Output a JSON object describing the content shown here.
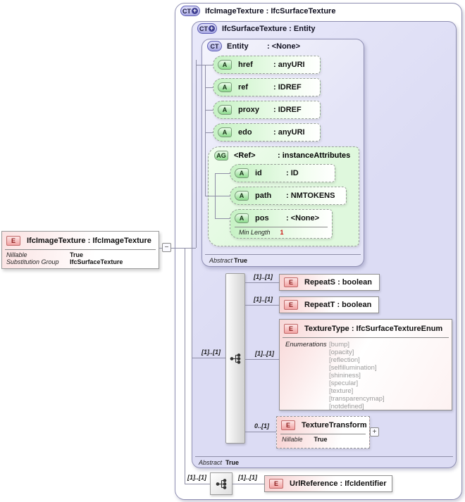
{
  "icons": {
    "ct": "CT",
    "plus_badge": "+",
    "attr": "A",
    "attr_group": "AG",
    "element": "E",
    "collapse": "−",
    "expand": "+"
  },
  "root_element": {
    "title": "IfcImageTexture : IfcImageTexture",
    "props": [
      {
        "label": "Nillable",
        "value": "True"
      },
      {
        "label": "Substitution Group",
        "value": "IfcSurfaceTexture"
      }
    ]
  },
  "outer_type": {
    "title": "IfcImageTexture : IfcSurfaceTexture"
  },
  "surface_type": {
    "title": "IfcSurfaceTexture : Entity",
    "abstract_label": "Abstract",
    "abstract_value": "True"
  },
  "entity_type": {
    "name": "Entity",
    "type": ": <None>",
    "abstract_label": "Abstract",
    "abstract_value": "True",
    "attributes": [
      {
        "name": "href",
        "type": ": anyURI"
      },
      {
        "name": "ref",
        "type": ": IDREF"
      },
      {
        "name": "proxy",
        "type": ": IDREF"
      },
      {
        "name": "edo",
        "type": ": anyURI"
      }
    ],
    "attribute_group": {
      "name": "<Ref>",
      "type": ": instanceAttributes",
      "attributes": [
        {
          "name": "id",
          "type": ": ID"
        },
        {
          "name": "path",
          "type": ": NMTOKENS"
        },
        {
          "name": "pos",
          "type": ": <None>",
          "facet_label": "Min Length",
          "facet_value": "1"
        }
      ]
    }
  },
  "cardinalities": {
    "sequence_in": "[1]..[1]",
    "repeat_s": "[1]..[1]",
    "repeat_t": "[1]..[1]",
    "texture_type": "[1]..[1]",
    "texture_transform": "0..[1]",
    "url_sequence_in": "[1]..[1]",
    "url_reference": "[1]..[1]"
  },
  "child_elements": {
    "repeat_s": {
      "title": "RepeatS : boolean"
    },
    "repeat_t": {
      "title": "RepeatT : boolean"
    },
    "texture_type": {
      "title": "TextureType : IfcSurfaceTextureEnum",
      "enumerations_label": "Enumerations",
      "enumerations": [
        "[bump]",
        "[opacity]",
        "[reflection]",
        "[selfillumination]",
        "[shininess]",
        "[specular]",
        "[texture]",
        "[transparencymap]",
        "[notdefined]"
      ]
    },
    "texture_transform": {
      "title": "TextureTransform",
      "nillable_label": "Nillable",
      "nillable_value": "True"
    },
    "url_reference": {
      "title": "UrlReference : IfcIdentifier"
    }
  }
}
